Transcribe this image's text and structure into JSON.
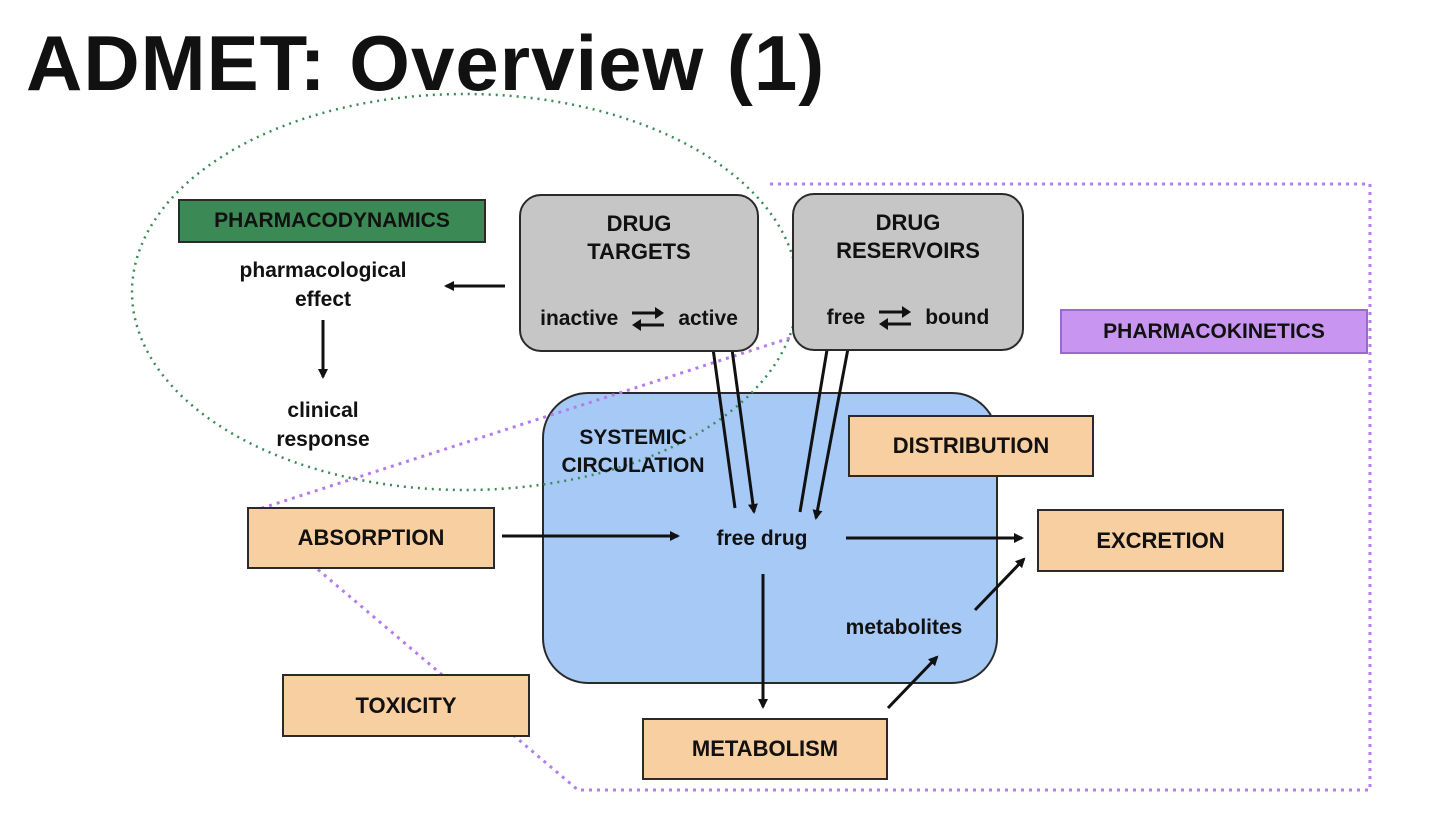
{
  "title": "ADMET:  Overview (1)",
  "colors": {
    "pharmacodynamics_tag": "#3b8a55",
    "pharmacokinetics_tag": "#c896f0",
    "process_box": "#f8cfa0",
    "drug_box": "#c6c6c6",
    "systemic_circulation": "#a7c9f5",
    "pd_outline": "#3b8a55",
    "pk_outline": "#b47cf0"
  },
  "pharmacodynamics": {
    "tag": "PHARMACODYNAMICS",
    "effect_line1": "pharmacological",
    "effect_line2": "effect",
    "response_line1": "clinical",
    "response_line2": "response"
  },
  "pharmacokinetics": {
    "tag": "PHARMACOKINETICS"
  },
  "drug_targets": {
    "line1": "DRUG",
    "line2": "TARGETS",
    "left_state": "inactive",
    "right_state": "active",
    "equilibrium_icon": "equilibrium-arrows-icon"
  },
  "drug_reservoirs": {
    "line1": "DRUG",
    "line2": "RESERVOIRS",
    "left_state": "free",
    "right_state": "bound",
    "equilibrium_icon": "equilibrium-arrows-icon"
  },
  "systemic_circulation": {
    "line1": "SYSTEMIC",
    "line2": "CIRCULATION",
    "free_drug": "free drug",
    "metabolites": "metabolites"
  },
  "processes": {
    "absorption": "ABSORPTION",
    "distribution": "DISTRIBUTION",
    "excretion": "EXCRETION",
    "metabolism": "METABOLISM",
    "toxicity": "TOXICITY"
  }
}
